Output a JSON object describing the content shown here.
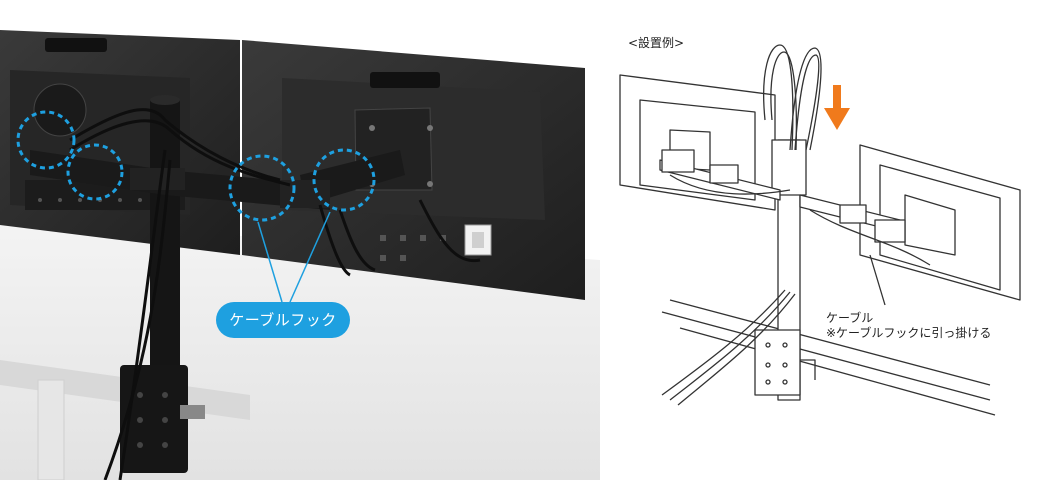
{
  "photo": {
    "hook_badge": "ケーブルフック",
    "colors": {
      "accent": "#1ea0e0",
      "stand": "#1a1a1a",
      "monitor": "#2a2a2a",
      "desk": "#eeeeee"
    }
  },
  "diagram": {
    "example_label": "<設置例>",
    "callout_line1": "ケーブル",
    "callout_line2": "※ケーブルフックに引っ掛ける",
    "colors": {
      "arrow": "#f07a1c",
      "line": "#333333"
    }
  }
}
